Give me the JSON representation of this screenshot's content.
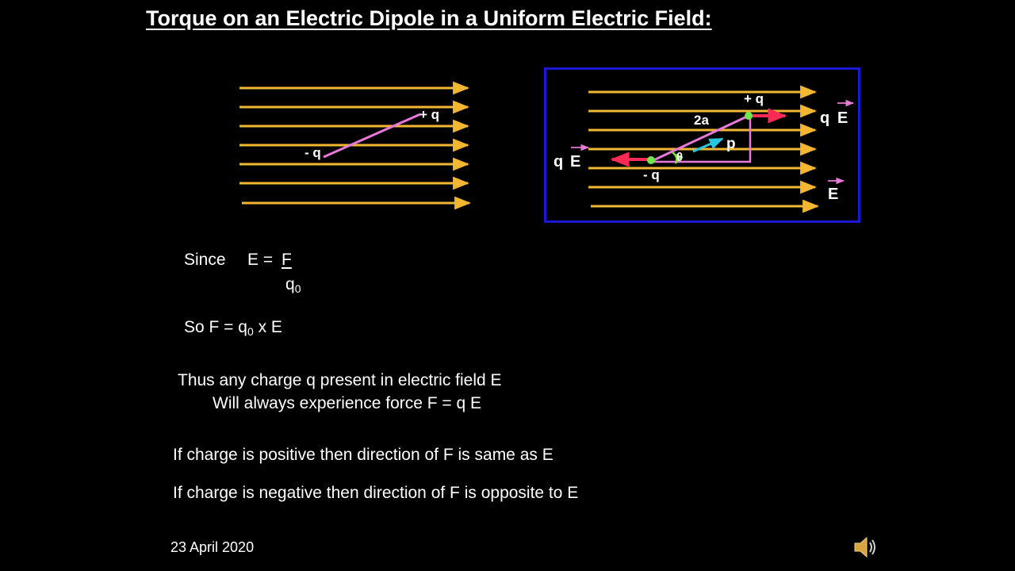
{
  "title": "Torque on an Electric Dipole in a Uniform Electric Field:",
  "colors": {
    "background": "#000000",
    "field_line": "#f2b632",
    "dipole": "#e879d8",
    "charge_dot": "#6fe84a",
    "force_arrow": "#ff2a55",
    "dipole_moment": "#29c6e0",
    "angle_marker": "#7ddc4a",
    "frame_border": "#1a1ad6"
  },
  "left_diagram": {
    "plus_label": "+ q",
    "minus_label": "- q"
  },
  "right_diagram": {
    "plus_label": "+ q",
    "minus_label": "- q",
    "length_label": "2a",
    "moment_label": "p",
    "angle_label": "θ",
    "force_right_q": "q",
    "force_right_e": "E",
    "force_left_q": "q",
    "force_left_e": "E",
    "field_label": "E"
  },
  "text": {
    "since_label": "Since",
    "since_lhs": "E =",
    "since_num": "F",
    "since_den": "q",
    "since_den_sub": "0",
    "so_prefix": "So  F = q",
    "so_sub": "0",
    "so_suffix": " x E",
    "thus_line1": "Thus any charge q present in electric field E",
    "thus_line2": "Will always experience force F = q E",
    "positive_line": "If charge is positive then direction of  F is same as E",
    "negative_line": "If charge is negative then direction of  F is opposite to  E"
  },
  "footer": {
    "date": "23 April 2020",
    "speaker_icon": "speaker-icon"
  }
}
